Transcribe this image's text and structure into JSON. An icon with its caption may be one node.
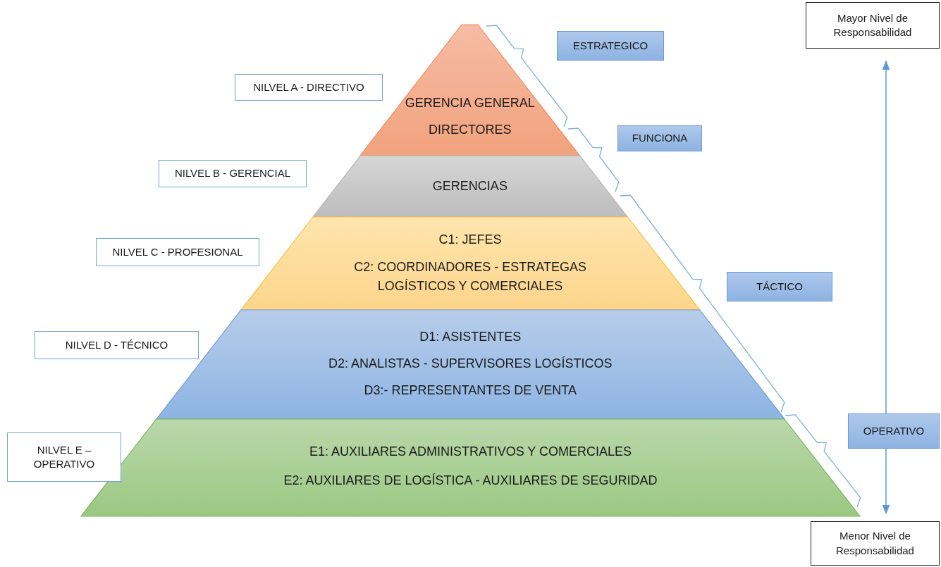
{
  "diagram": {
    "nodes": [
      {
        "text": [
          "GERENCIA GENERAL",
          "DIRECTORES"
        ]
      },
      {
        "text": [
          "GERENCIAS"
        ]
      },
      {
        "text": [
          "C1: JEFES",
          "C2: COORDINADORES - ESTRATEGAS LOGÍSTICOS Y COMERCIALES"
        ]
      },
      {
        "text": [
          "D1: ASISTENTES",
          "D2: ANALISTAS - SUPERVISORES LOGÍSTICOS",
          "D3:- REPRESENTANTES DE VENTA"
        ]
      },
      {
        "text": [
          "E1: AUXILIARES ADMINISTRATIVOS Y COMERCIALES",
          "E2: AUXILIARES DE LOGÍSTICA - AUXILIARES DE SEGURIDAD"
        ]
      },
      {
        "text": [
          "NILVEL A - DIRECTIVO"
        ]
      },
      {
        "text": [
          "NILVEL B - GERENCIAL"
        ]
      },
      {
        "text": [
          "NILVEL C - PROFESIONAL"
        ]
      },
      {
        "text": [
          "NILVEL D - TÉCNICO"
        ]
      },
      {
        "text": [
          "NILVEL E – OPERATIVO"
        ]
      },
      {
        "text": [
          "ESTRATEGICO"
        ]
      },
      {
        "text": [
          "FUNCIONA"
        ]
      },
      {
        "text": [
          "TÁCTICO"
        ]
      },
      {
        "text": [
          "OPERATIVO"
        ]
      },
      {
        "text": [
          "Mayor Nivel de Responsabilidad"
        ]
      },
      {
        "text": [
          "Menor Nivel de Responsabilidad"
        ]
      }
    ],
    "edges": [
      {
        "from": 13,
        "to": 14,
        "arrow": "to"
      },
      {
        "from": 13,
        "to": 15,
        "arrow": "to"
      }
    ]
  }
}
